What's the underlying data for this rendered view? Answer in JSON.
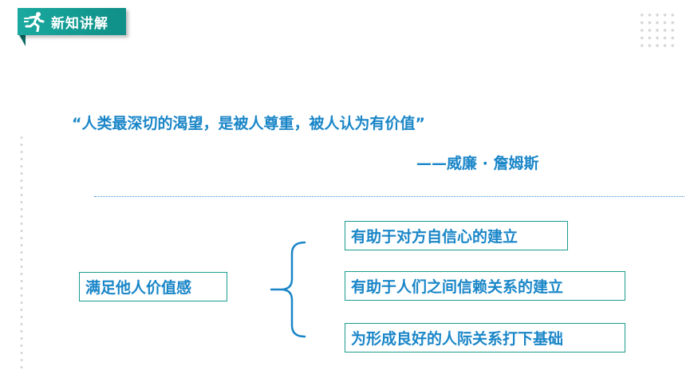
{
  "header": {
    "title": "新知讲解"
  },
  "quote": {
    "text": "“人类最深切的渴望，是被人尊重，被人认为有价值”",
    "attribution": "——威廉 · 詹姆斯"
  },
  "diagram": {
    "main": "满足他人价值感",
    "branches": [
      "有助于对方自信心的建立",
      "有助于人们之间信赖关系的建立",
      "为形成良好的人际关系打下基础"
    ]
  },
  "colors": {
    "banner": "#1aa9a0",
    "text_blue": "#1a86c8",
    "box_border": "#1a9c8e"
  }
}
